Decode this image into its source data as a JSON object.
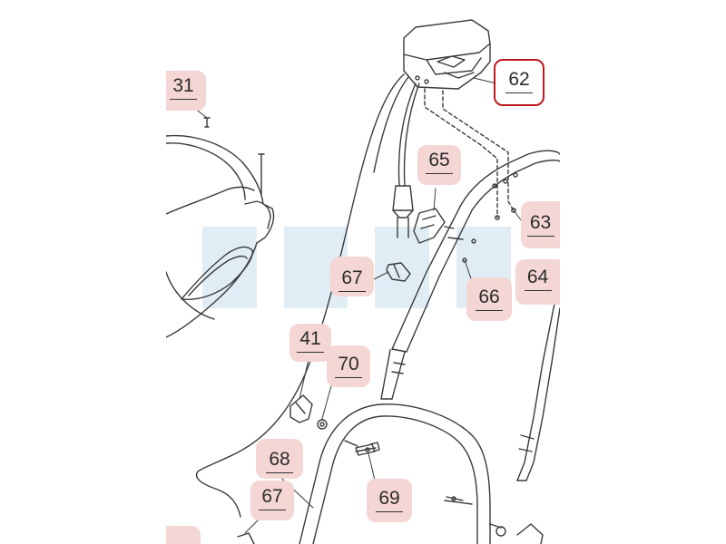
{
  "diagram": {
    "callouts": [
      {
        "id": "c62",
        "label": "62",
        "highlighted": true
      },
      {
        "id": "c31",
        "label": "31"
      },
      {
        "id": "c65",
        "label": "65"
      },
      {
        "id": "c63",
        "label": "63"
      },
      {
        "id": "c67a",
        "label": "67"
      },
      {
        "id": "c64",
        "label": "64"
      },
      {
        "id": "c66",
        "label": "66"
      },
      {
        "id": "c41",
        "label": "41"
      },
      {
        "id": "c70",
        "label": "70"
      },
      {
        "id": "c68",
        "label": "68"
      },
      {
        "id": "c67b",
        "label": "67"
      },
      {
        "id": "c69",
        "label": "69"
      }
    ],
    "colors": {
      "callout_fill": "#f4d6d5",
      "highlight_border": "#c0181f",
      "line": "#3a3a3a",
      "watermark": "#d6e6f1"
    }
  }
}
